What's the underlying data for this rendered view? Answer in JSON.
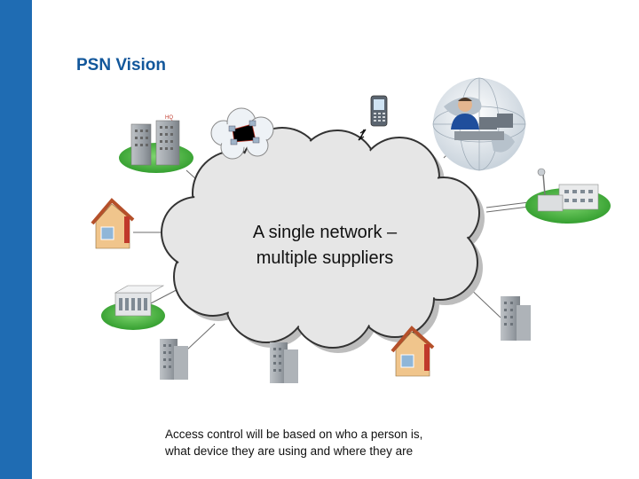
{
  "slide": {
    "title": "PSN Vision",
    "cloud_text_line1": "A single network –",
    "cloud_text_line2": "multiple suppliers",
    "caption_line1": "Access control will be based on who a person is,",
    "caption_line2": "what device they are using and where they are",
    "hq_label": "HQ"
  },
  "colors": {
    "accent_band": "#1f6cb3",
    "title": "#12579b",
    "cloud_fill": "#e6e6e6",
    "cloud_stroke": "#333333",
    "grass": "#3aa12f"
  },
  "icons": [
    "hq-office-icon",
    "mini-network-icon",
    "mobile-phone-icon",
    "operator-globe-icon",
    "house-icon",
    "factory-icon",
    "office-building-icon",
    "datacenter-icon"
  ]
}
